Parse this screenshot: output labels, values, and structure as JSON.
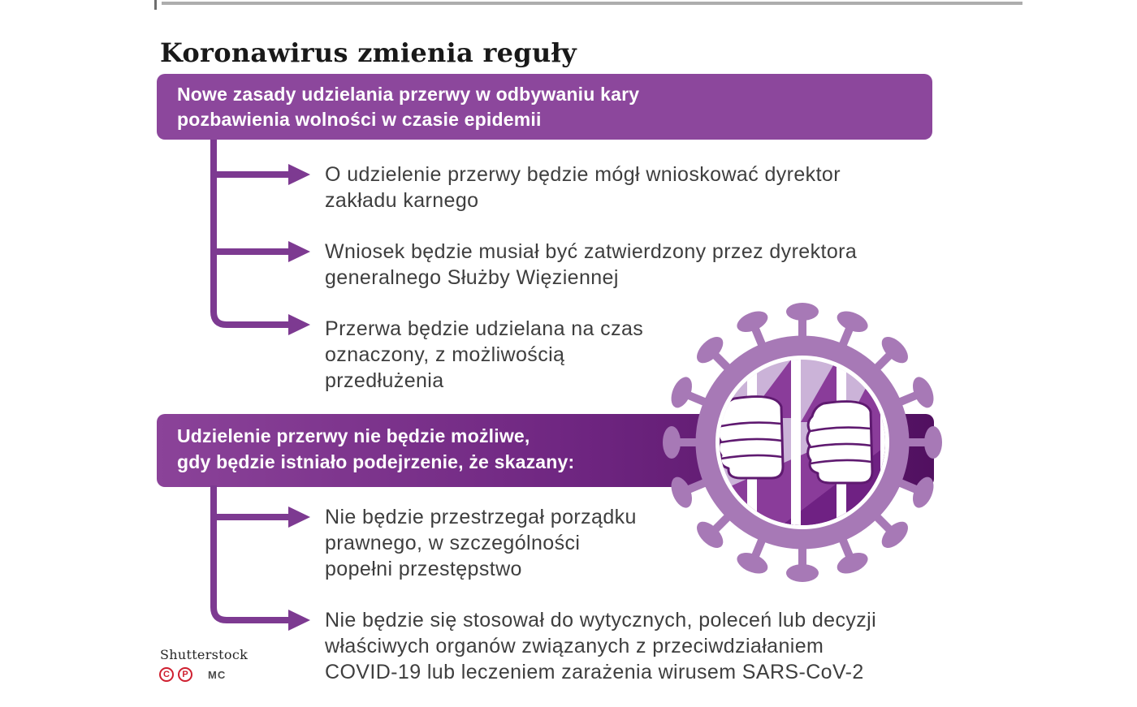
{
  "title": "Koronawirus zmienia reguły",
  "sections": [
    {
      "banner": "Nowe zasady udzielania przerwy w odbywaniu kary\npozbawienia wolności w czasie epidemii",
      "items": [
        "O udzielenie przerwy będzie mógł wnioskować dyrektor\nzakładu karnego",
        "Wniosek będzie musiał być zatwierdzony przez dyrektora\ngeneralnego Służby Więziennej",
        "Przerwa będzie udzielana na czas\noznaczony, z możliwością\nprzedłużenia"
      ]
    },
    {
      "banner": "Udzielenie przerwy nie będzie możliwe,\ngdy będzie istniało podejrzenie, że skazany:",
      "items": [
        "Nie będzie przestrzegał porządku\nprawnego, w szczególności\npopełni przestępstwo",
        "Nie będzie się stosował do wytycznych, poleceń lub decyzji\nwłaściwych organów związanych z przeciwdziałaniem\nCOVID-19 lub leczeniem zarażenia wirusem SARS-CoV-2"
      ]
    }
  ],
  "illustration": "coronavirus-behind-prison-bars",
  "footer": {
    "source": "Shutterstock",
    "symbols": [
      "C",
      "P"
    ],
    "initials": "MC"
  },
  "colors": {
    "banner_purple": "#8c479c",
    "banner2_start": "#8b4399",
    "banner2_mid": "#6e2580",
    "banner2_end": "#511060",
    "flow_purple": "#7d3a91",
    "body_text": "#3e3e3e",
    "title_text": "#191919",
    "banner_text": "#ffffff",
    "virus_light": "#a779b6",
    "virus_lavender": "#cbb3d8",
    "virus_mid": "#8a3c9a",
    "virus_dark": "#6f2183",
    "fist_outline": "#5f1a70",
    "rule_gray": "#adadad",
    "copyright_red": "#cf2030"
  }
}
